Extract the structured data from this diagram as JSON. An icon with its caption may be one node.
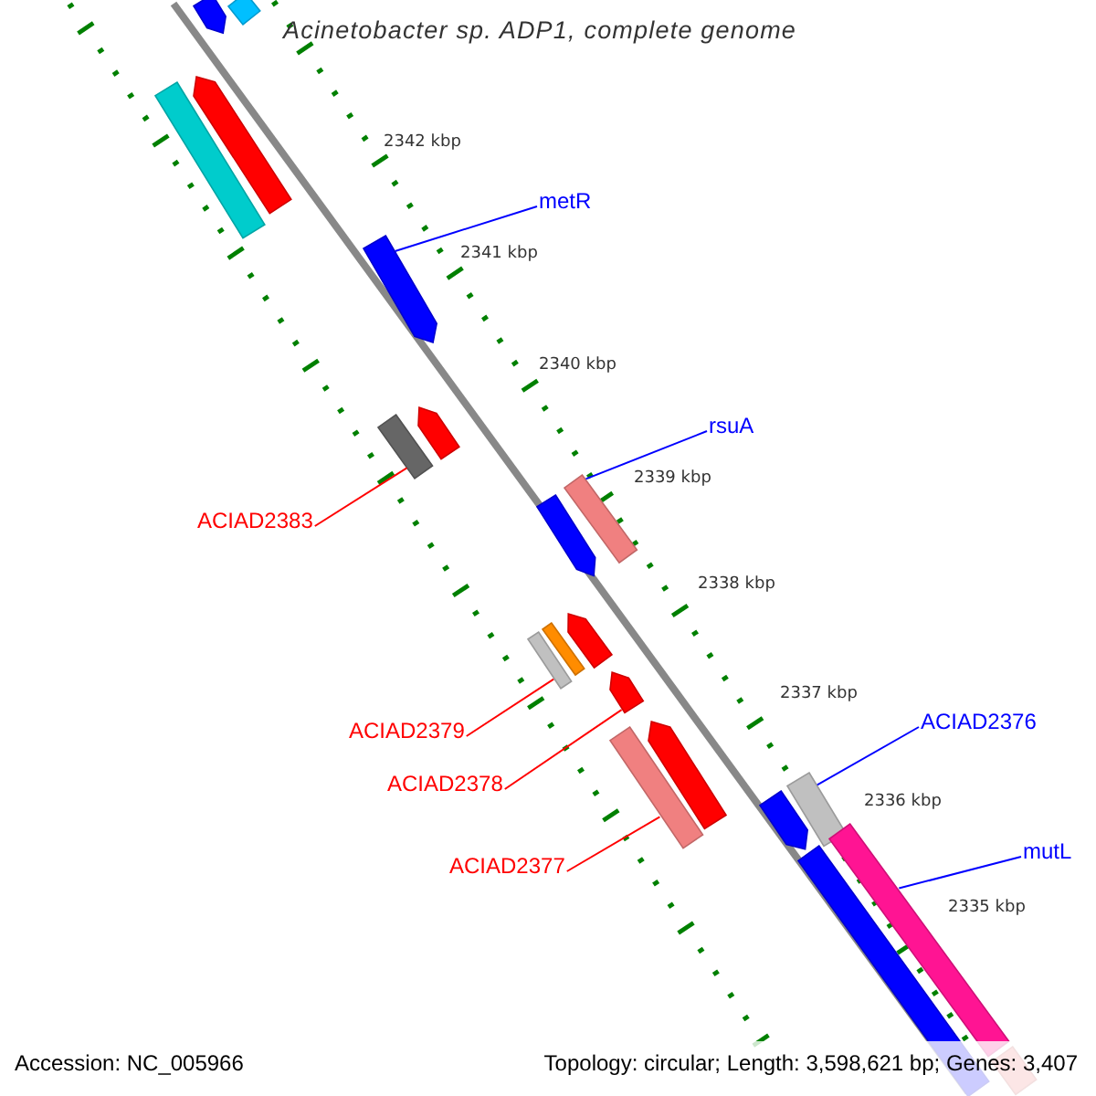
{
  "diagram": {
    "title": "Acinetobacter sp. ADP1, complete genome",
    "nodes": [
      {
        "text": [],
        "shape": "bar"
      },
      {
        "text": [],
        "shape": "bar"
      },
      {
        "text": [],
        "shape": "bar"
      },
      {
        "text": [],
        "shape": "bar"
      },
      {
        "text": [
          "metR"
        ]
      },
      {
        "text": [],
        "shape": "bar"
      },
      {
        "text": [],
        "shape": "bar"
      },
      {
        "text": [],
        "shape": "bar"
      },
      {
        "text": [
          "rsuA"
        ]
      },
      {
        "text": [],
        "shape": "bar"
      },
      {
        "text": [],
        "shape": "bar"
      },
      {
        "text": [
          "ACIAD2383"
        ]
      },
      {
        "text": [],
        "shape": "bar"
      },
      {
        "text": [],
        "shape": "bar"
      },
      {
        "text": [],
        "shape": "bar"
      },
      {
        "text": [],
        "shape": "bar"
      },
      {
        "text": [],
        "shape": "bar"
      },
      {
        "text": [
          "ACIAD2376"
        ]
      },
      {
        "text": [
          "ACIAD2379"
        ]
      },
      {
        "text": [],
        "shape": "bar"
      },
      {
        "text": [],
        "shape": "bar"
      },
      {
        "text": [
          "ACIAD2378"
        ]
      },
      {
        "text": [],
        "shape": "bar"
      },
      {
        "text": [],
        "shape": "bar"
      },
      {
        "text": [
          "mutL"
        ]
      },
      {
        "text": [],
        "shape": "bar"
      },
      {
        "text": [
          "ACIAD2377"
        ]
      },
      {
        "text": [],
        "shape": "bar"
      }
    ],
    "edges": [
      {
        "from": 4,
        "to": 5,
        "arrow": "none",
        "color": "#0000ff"
      },
      {
        "from": 8,
        "to": 9,
        "arrow": "none",
        "color": "#0000ff"
      },
      {
        "from": 11,
        "to": 7,
        "arrow": "none",
        "color": "#ff0000"
      },
      {
        "from": 18,
        "to": 14,
        "arrow": "none",
        "color": "#ff0000"
      },
      {
        "from": 21,
        "to": 15,
        "arrow": "none",
        "color": "#ff0000"
      },
      {
        "from": 26,
        "to": 19,
        "arrow": "none",
        "color": "#ff0000"
      },
      {
        "from": 17,
        "to": 20,
        "arrow": "none",
        "color": "#0000ff"
      },
      {
        "from": 24,
        "to": 23,
        "arrow": "none",
        "color": "#0000ff"
      }
    ],
    "labels": [
      "2342 kbp",
      "2341 kbp",
      "2340 kbp",
      "2339 kbp",
      "2338 kbp",
      "2337 kbp",
      "2336 kbp",
      "2335 kbp",
      "Accession: NC_005966",
      "Topology: circular; Length: 3,598,621 bp; Genes: 3,407"
    ]
  }
}
